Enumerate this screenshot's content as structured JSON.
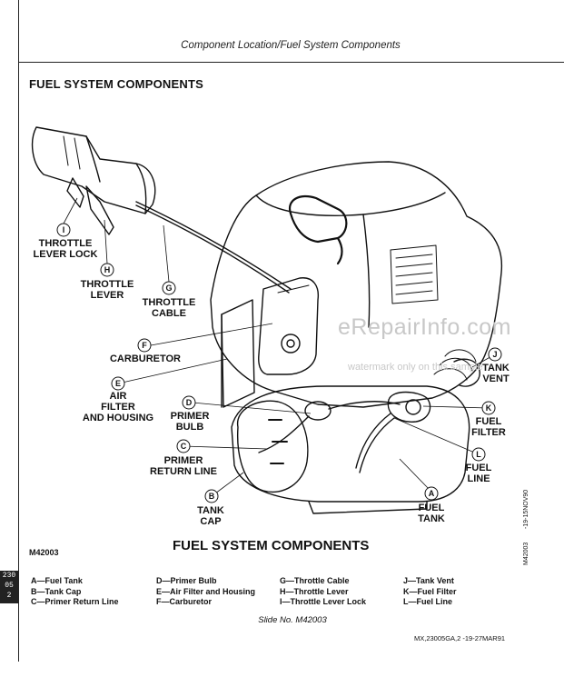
{
  "header": "Component Location/Fuel System Components",
  "section_title": "FUEL SYSTEM COMPONENTS",
  "caption": "FUEL SYSTEM COMPONENTS",
  "figure_id": "M42003",
  "slide": "Slide No. M42003",
  "reference": "MX,23005GA,2  -19-27MAR91",
  "side_code_1": "-19-15NOV90",
  "side_code_2": "M42003",
  "tab": [
    "230",
    "05",
    "2"
  ],
  "watermark_1": "eRepairInfo.com",
  "watermark_2": "watermark only on this sample",
  "callouts": [
    {
      "letter": "I",
      "text": "THROTTLE\nLEVER LOCK"
    },
    {
      "letter": "H",
      "text": "THROTTLE\nLEVER"
    },
    {
      "letter": "G",
      "text": "THROTTLE\nCABLE"
    },
    {
      "letter": "F",
      "text": "CARBURETOR"
    },
    {
      "letter": "E",
      "text": "AIR\nFILTER\nAND HOUSING"
    },
    {
      "letter": "D",
      "text": "PRIMER\nBULB"
    },
    {
      "letter": "C",
      "text": "PRIMER\nRETURN LINE"
    },
    {
      "letter": "B",
      "text": "TANK\nCAP"
    },
    {
      "letter": "A",
      "text": "FUEL\nTANK"
    },
    {
      "letter": "J",
      "text": "TANK\nVENT"
    },
    {
      "letter": "K",
      "text": "FUEL\nFILTER"
    },
    {
      "letter": "L",
      "text": "FUEL\nLINE"
    }
  ],
  "legend": {
    "col1": [
      "A—Fuel Tank",
      "B—Tank Cap",
      "C—Primer Return Line"
    ],
    "col2": [
      "D—Primer Bulb",
      "E—Air Filter and Housing",
      "F—Carburetor"
    ],
    "col3": [
      "G—Throttle Cable",
      "H—Throttle Lever",
      "I—Throttle Lever Lock"
    ],
    "col4": [
      "J—Tank Vent",
      "K—Fuel Filter",
      "L—Fuel Line"
    ]
  }
}
